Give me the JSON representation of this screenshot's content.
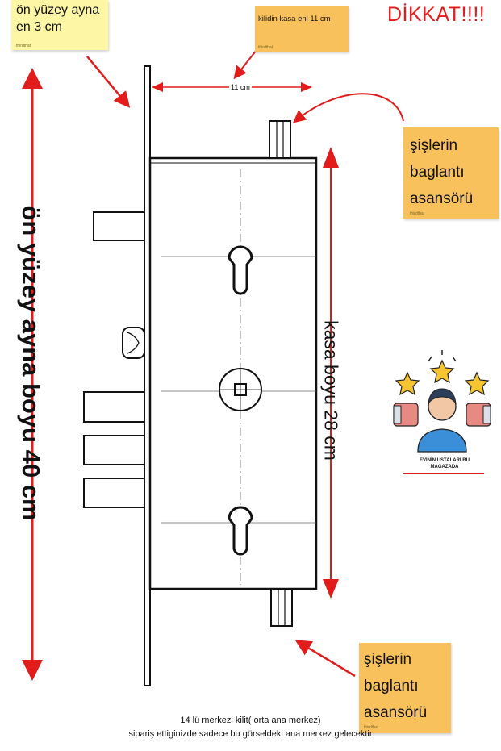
{
  "notes": {
    "top_left": {
      "lines": [
        "ön yüzey ayna",
        "en 3 cm"
      ],
      "sig": "thirdthat"
    },
    "top_mid": {
      "text": "kilidin kasa eni 11 cm",
      "sig": "thirdthat"
    },
    "right_1": {
      "lines": [
        "şişlerin",
        "baglantı",
        "asansörü"
      ],
      "sig": "thirdthat"
    },
    "right_2": {
      "lines": [
        "şişlerin",
        "baglantı",
        "asansörü"
      ],
      "sig": "thirdthat"
    }
  },
  "warning": "DİKKAT!!!!",
  "dimensions": {
    "front_plate_length": "ön yüzey ayna boyu 40 cm",
    "case_length": "kasa boyu 28 cm",
    "case_width": "11 cm"
  },
  "logo": {
    "lines": [
      "EVİNİN USTALARI BU",
      "MAGAZADA"
    ]
  },
  "caption": {
    "line1": "14 lü merkezi kilit( orta ana merkez)",
    "line2": "sipariş ettiginizde sadece  bu görseldeki ana merkez gelecektir"
  },
  "colors": {
    "arrow": "#e21b1b",
    "note_yellow": "#fdf6a4",
    "note_orange": "#f9c15b",
    "line": "#111111"
  }
}
